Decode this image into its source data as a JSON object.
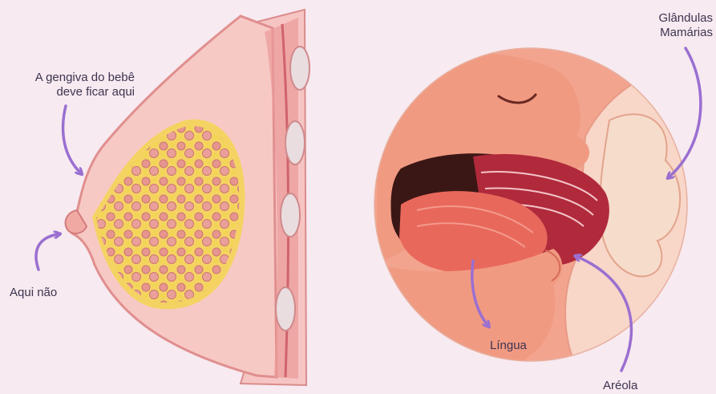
{
  "labels": {
    "gum_here_line1": "A gengiva do bebê",
    "gum_here_line2": "deve ficar aqui",
    "not_here": "Aqui não",
    "glands_line1": "Glândulas",
    "glands_line2": "Mamárias",
    "tongue": "Língua",
    "areola": "Aréola"
  },
  "colors": {
    "background": "#f7eaf0",
    "arrow": "#9a6fd1",
    "skin": "#f2a38f",
    "gland_yellow": "#f3d552",
    "tissue_pink": "#f6c5c3",
    "mouth_dark": "#3a1714",
    "tongue": "#e9685c",
    "areola_dark": "#b02a3c"
  }
}
